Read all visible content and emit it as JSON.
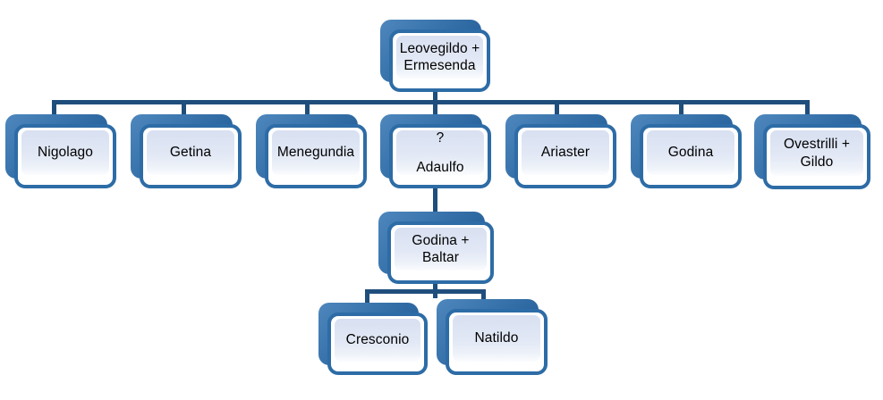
{
  "diagram": {
    "kind": "family-tree-hierarchy",
    "colors": {
      "border": "#2d6ca6",
      "shadow_light": "#4d87bd",
      "shadow_dark": "#2c66a0",
      "connector": "#1f4e7d",
      "fill_top": "#d8e0f1",
      "fill_bottom": "#fbfcfe",
      "text": "#000000",
      "background": "#ffffff"
    }
  },
  "nodes": [
    {
      "id": "leovegildo-ermesenda",
      "lines": [
        "Leovegildo +",
        "Ermesenda"
      ]
    },
    {
      "id": "nigolago",
      "lines": [
        "Nigolago"
      ]
    },
    {
      "id": "getina",
      "lines": [
        "Getina"
      ]
    },
    {
      "id": "menegundia",
      "lines": [
        "Menegundia"
      ]
    },
    {
      "id": "adaulfo",
      "lines": [
        "?",
        "Adaulfo"
      ],
      "spread": true
    },
    {
      "id": "ariaster",
      "lines": [
        "Ariaster"
      ]
    },
    {
      "id": "godina",
      "lines": [
        "Godina"
      ]
    },
    {
      "id": "ovestrilli-gildo",
      "lines": [
        "Ovestrilli +",
        "Gildo"
      ]
    },
    {
      "id": "godina-baltar",
      "lines": [
        "Godina +",
        "Baltar"
      ]
    },
    {
      "id": "cresconio",
      "lines": [
        "Cresconio"
      ]
    },
    {
      "id": "natildo",
      "lines": [
        "Natildo"
      ]
    }
  ],
  "edges": [
    {
      "from": "leovegildo-ermesenda",
      "to": [
        "nigolago",
        "getina",
        "menegundia",
        "adaulfo",
        "ariaster",
        "godina",
        "ovestrilli-gildo"
      ]
    },
    {
      "from": "adaulfo",
      "to": [
        "godina-baltar"
      ]
    },
    {
      "from": "godina-baltar",
      "to": [
        "cresconio",
        "natildo"
      ]
    }
  ]
}
